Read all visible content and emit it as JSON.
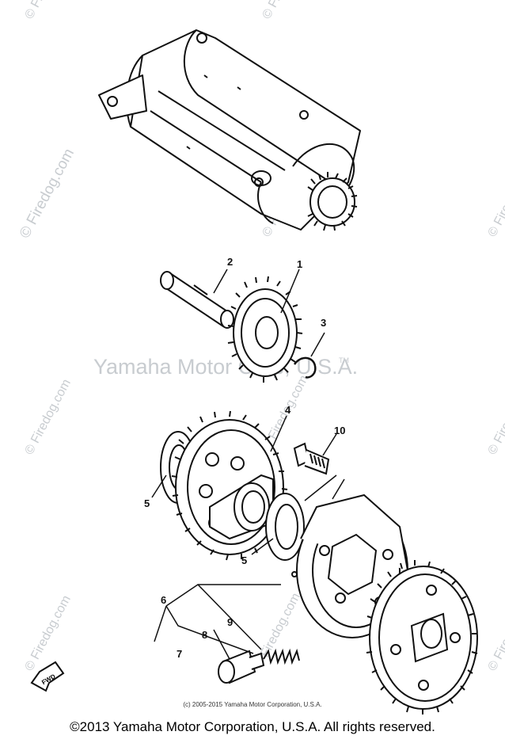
{
  "watermark": {
    "center_text": "Yamaha Motor Corp, U.S.A.",
    "trademark": "TM",
    "site_text": "© Firedog.com"
  },
  "callouts": {
    "c1": "1",
    "c2": "2",
    "c3": "3",
    "c4": "4",
    "c5a": "5",
    "c5b": "5",
    "c6": "6",
    "c7": "7",
    "c8": "8",
    "c9": "9",
    "c10": "10"
  },
  "fwd_badge": "FWD",
  "footer": {
    "small": "(c) 2005-2015 Yamaha Motor Corporation, U.S.A.",
    "large": "©2013 Yamaha Motor Corporation, U.S.A. All rights reserved."
  }
}
